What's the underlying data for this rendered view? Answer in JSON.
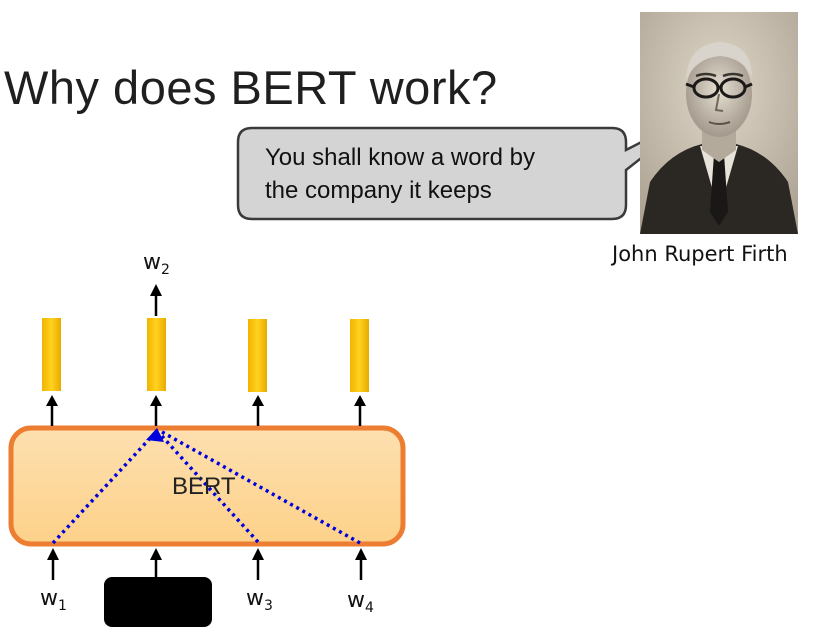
{
  "title": "Why does BERT work?",
  "quote": {
    "line1": "You shall know a word by",
    "line2": "the company it keeps"
  },
  "portrait": {
    "caption": "John Rupert Firth"
  },
  "model": {
    "label": "BERT",
    "box_fill": "#fdd89b",
    "box_border": "#ed7d31",
    "vector_color": "#ffc000",
    "attention_color": "#0000dd"
  },
  "tokens": {
    "output": {
      "letter": "w",
      "sub": "2"
    },
    "inputs": [
      {
        "letter": "w",
        "sub": "1"
      },
      {
        "letter": "",
        "sub": "",
        "masked": true
      },
      {
        "letter": "w",
        "sub": "3"
      },
      {
        "letter": "w",
        "sub": "4"
      }
    ]
  }
}
